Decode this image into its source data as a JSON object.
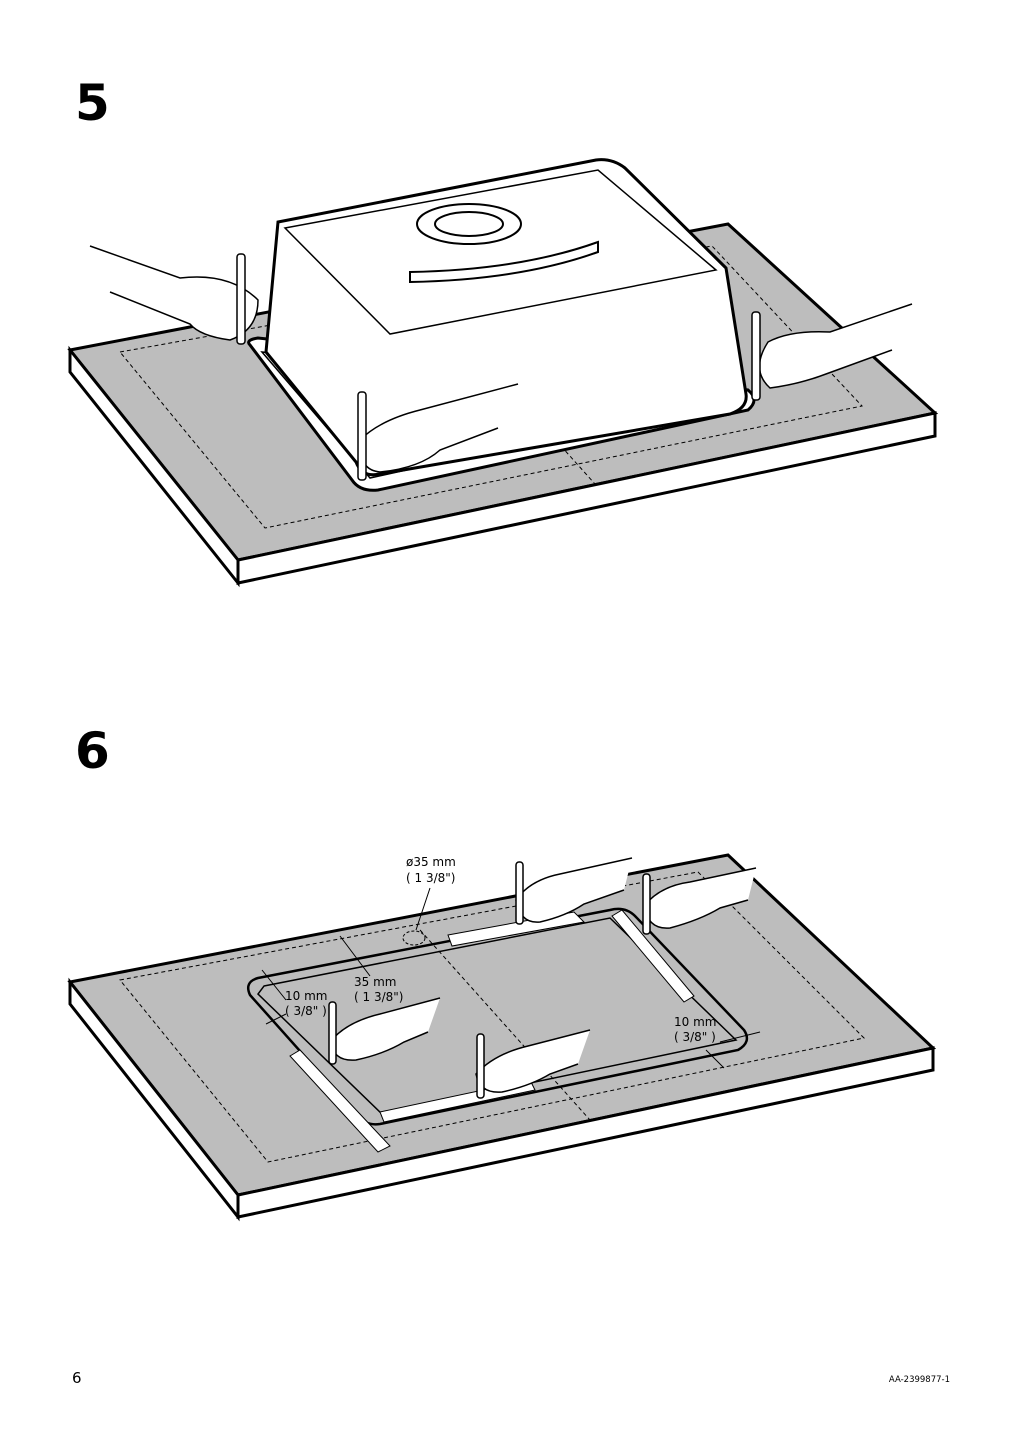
{
  "steps": [
    {
      "number": "5"
    },
    {
      "number": "6",
      "annotations": {
        "hole_diameter": "ø35 mm",
        "hole_diameter_imperial": "( 1 3/8\")",
        "edge_offset_top": "35 mm",
        "edge_offset_top_imperial": "( 1 3/8\")",
        "margin_left": "10 mm",
        "margin_left_imperial": "( 3/8\" )",
        "margin_right": "10 mm",
        "margin_right_imperial": "( 3/8\" )"
      }
    }
  ],
  "footer": {
    "page_number": "6",
    "document_code": "AA-2399877-1"
  },
  "colors": {
    "countertop_top": "#bdbdbd",
    "outline": "#000000",
    "background": "#ffffff"
  }
}
